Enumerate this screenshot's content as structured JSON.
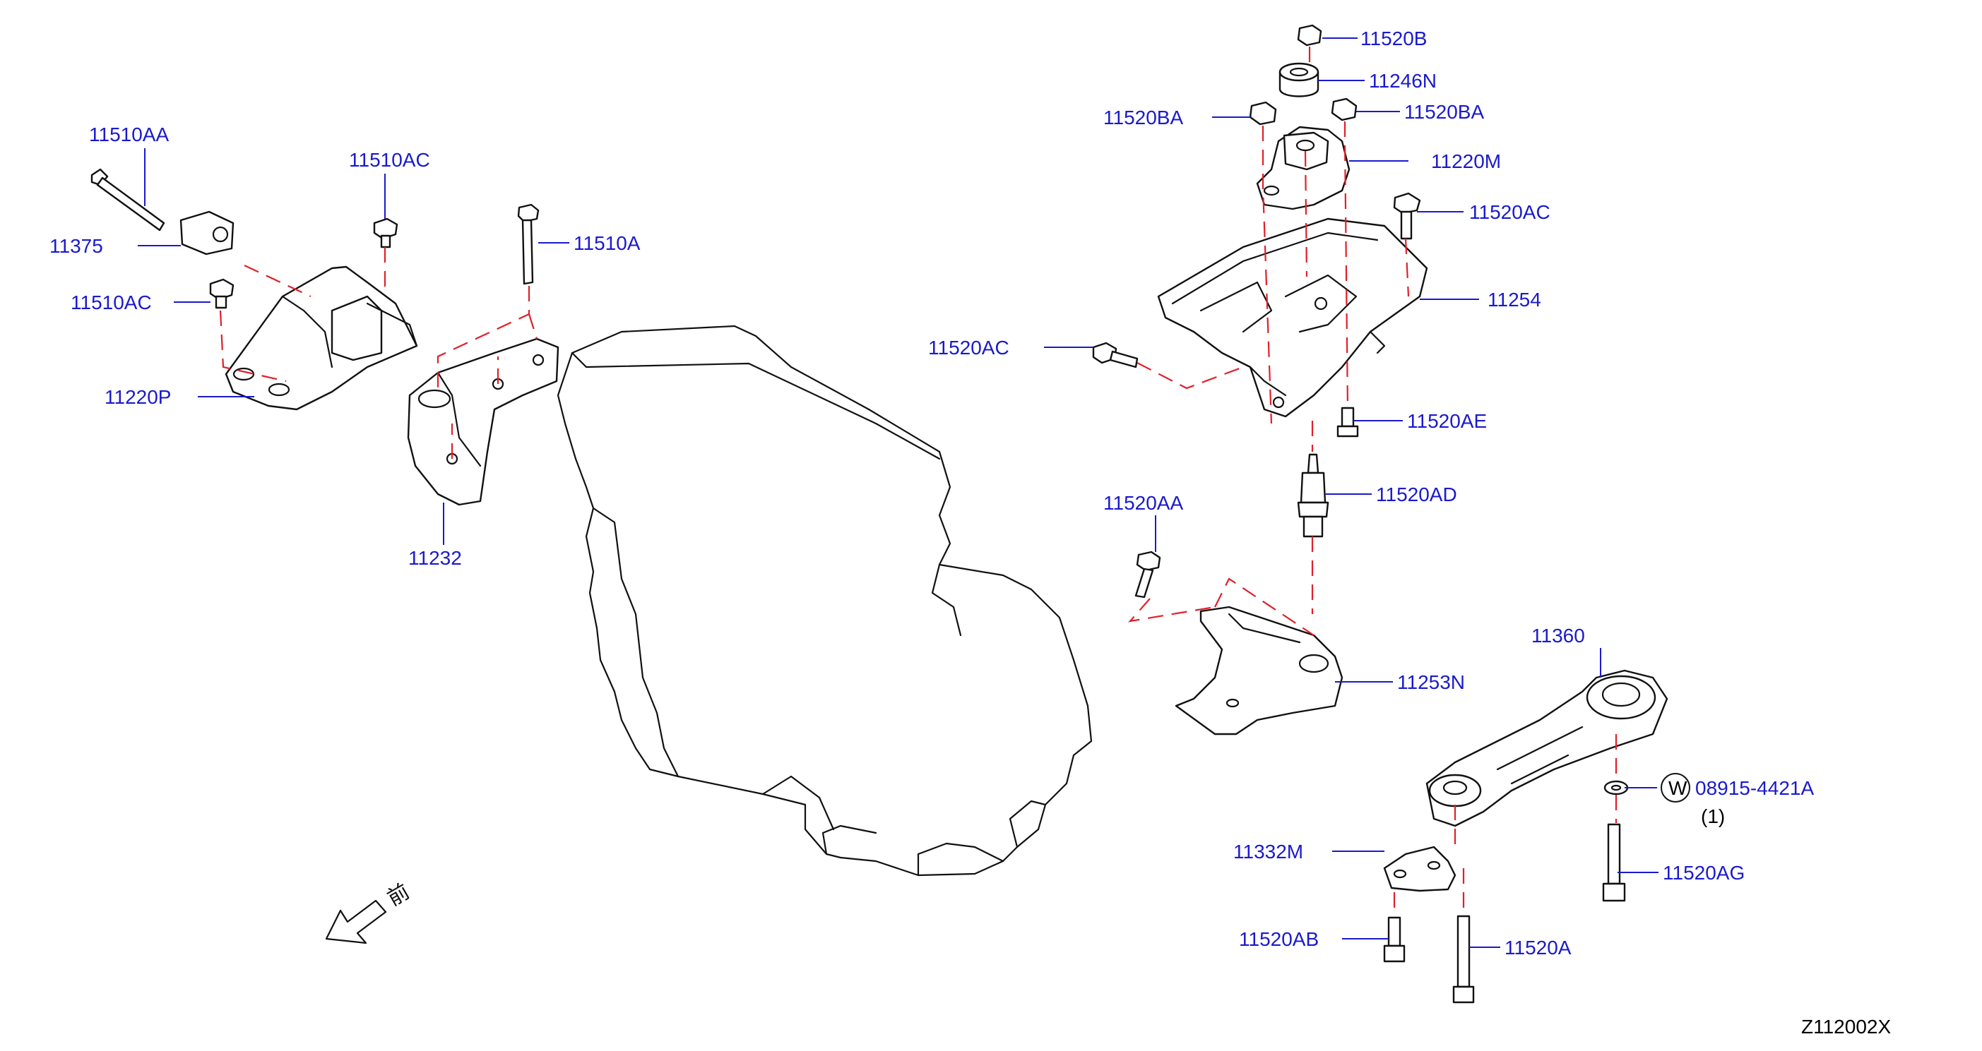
{
  "diagram_id": "Z112002X",
  "front_marker": "前",
  "washer_symbol": "W",
  "washer_qty": "(1)",
  "labels": {
    "p11510AA": "11510AA",
    "p11375": "11375",
    "p11510AC_a": "11510AC",
    "p11510AC_b": "11510AC",
    "p11220P": "11220P",
    "p11510A": "11510A",
    "p11232": "11232",
    "p11520B": "11520B",
    "p11246N": "11246N",
    "p11520BA_l": "11520BA",
    "p11520BA_r": "11520BA",
    "p11220M": "11220M",
    "p11520AC_r": "11520AC",
    "p11254": "11254",
    "p11520AC_l": "11520AC",
    "p11520AE": "11520AE",
    "p11520AD": "11520AD",
    "p11520AA": "11520AA",
    "p11253N": "11253N",
    "p11360": "11360",
    "p08915": "08915-4421A",
    "p11332M": "11332M",
    "p11520AG": "11520AG",
    "p11520AB": "11520AB",
    "p11520A": "11520A"
  },
  "colors": {
    "label": "#1a1acd",
    "dash": "#e0202a",
    "line": "#111111"
  }
}
